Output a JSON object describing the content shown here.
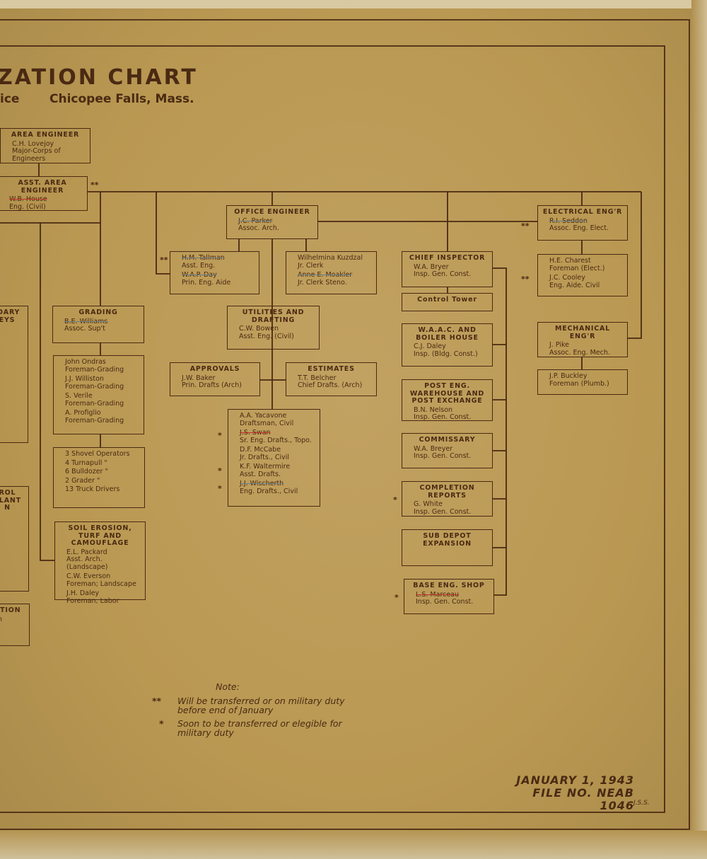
{
  "header": {
    "title": "ZATION CHART",
    "subtitle_left": "ice",
    "subtitle_location": "Chicopee Falls, Mass."
  },
  "boxes": {
    "area_engineer": {
      "heading": "AREA ENGINEER",
      "people": [
        {
          "name": "C.H. Lovejoy",
          "title": "Major-Corps of Engineers"
        }
      ]
    },
    "asst_area_engineer": {
      "heading": "ASST. AREA ENGINEER",
      "mark": "**",
      "people": [
        {
          "name": "W.B. House",
          "title": "Eng. (Civil)",
          "struck": "red"
        }
      ]
    },
    "boundary_surveys": {
      "heading": "IDARY EYS",
      "people": [
        {
          "name": ")",
          "title": ""
        }
      ]
    },
    "control_plant": {
      "heading": "ROL PLANT N",
      "people": []
    },
    "station": {
      "heading": "ATION",
      "people": [
        {
          "name": "",
          "title": "n"
        }
      ]
    },
    "grading": {
      "heading": "GRADING",
      "people": [
        {
          "name": "B.E. Williams",
          "title": "Assoc. Sup't",
          "struck": "grey"
        }
      ]
    },
    "grading_foremen": {
      "people": [
        {
          "name": "John Ondras",
          "title": "Foreman-Grading"
        },
        {
          "name": "J.J. Williston",
          "title": "Foreman-Grading"
        },
        {
          "name": "S. Verile",
          "title": "Foreman-Grading"
        },
        {
          "name": "A. Profiglio",
          "title": "Foreman-Grading"
        }
      ]
    },
    "equipment": {
      "lines": [
        "3 Shovel Operators",
        "4 Turnapull  \"",
        "6 Bulldozer  \"",
        "2 Grader  \"",
        "13 Truck Drivers"
      ]
    },
    "soil_erosion": {
      "heading": "SOIL EROSION, TURF AND CAMOUFLAGE",
      "people": [
        {
          "name": "E.L. Packard",
          "title": "Asst. Arch. (Landscape)"
        },
        {
          "name": "C.W. Everson",
          "title": "Foreman; Landscape"
        },
        {
          "name": "J.H. Daley",
          "title": "Foreman, Labor"
        }
      ]
    },
    "office_engineer": {
      "heading": "OFFICE ENGINEER",
      "people": [
        {
          "name": "J.C. Parker",
          "title": "Assoc. Arch.",
          "struck": "grey"
        }
      ]
    },
    "tallman_day": {
      "mark": "**",
      "people": [
        {
          "name": "H.M. Tallman",
          "title": "Asst. Eng.",
          "struck": "grey"
        },
        {
          "name": "W.A.P. Day",
          "title": "Prin. Eng. Aide",
          "struck": "grey"
        }
      ]
    },
    "clerks": {
      "people": [
        {
          "name": "Wilhelmina Kuzdzal",
          "title": "Jr. Clerk"
        },
        {
          "name": "Anne E. Moakler",
          "title": "Jr. Clerk Steno.",
          "struck": "grey"
        }
      ]
    },
    "utilities_drafting": {
      "heading": "UTILITIES AND DRAFTING",
      "people": [
        {
          "name": "C.W. Bowen",
          "title": "Asst. Eng. (Civil)"
        }
      ]
    },
    "approvals": {
      "heading": "APPROVALS",
      "people": [
        {
          "name": "J.W. Baker",
          "title": "Prin. Drafts (Arch)"
        }
      ]
    },
    "estimates": {
      "heading": "ESTIMATES",
      "people": [
        {
          "name": "T.T. Belcher",
          "title": "Chief Drafts. (Arch)"
        }
      ]
    },
    "draftsmen": {
      "people": [
        {
          "name": "A.A. Yacavone",
          "title": "Draftsman, Civil"
        },
        {
          "name": "J.S. Swan",
          "title": "Sr. Eng. Drafts., Topo.",
          "struck": "red",
          "mark": "*"
        },
        {
          "name": "D.F. McCabe",
          "title": "Jr. Drafts., Civil"
        },
        {
          "name": "K.F. Waltermire",
          "title": "Asst. Drafts.",
          "mark": "*"
        },
        {
          "name": "J.J. Wischerth",
          "title": "Eng. Drafts., Civil",
          "struck": "grey",
          "mark": "*"
        }
      ]
    },
    "chief_inspector": {
      "heading": "CHIEF INSPECTOR",
      "people": [
        {
          "name": "W.A. Bryer",
          "title": "Insp. Gen. Const."
        }
      ]
    },
    "control_tower": {
      "heading": "Control Tower",
      "people": []
    },
    "waac_boiler": {
      "heading": "W.A.A.C. AND BOILER HOUSE",
      "people": [
        {
          "name": "C.J. Daley",
          "title": "Insp. (Bldg. Const.)"
        }
      ]
    },
    "post_warehouse": {
      "heading": "POST ENG. WAREHOUSE AND POST EXCHANGE",
      "people": [
        {
          "name": "B.N. Nelson",
          "title": "Insp. Gen. Const."
        }
      ]
    },
    "commissary": {
      "heading": "COMMISSARY",
      "people": [
        {
          "name": "W.A. Breyer",
          "title": "Insp. Gen. Const."
        }
      ]
    },
    "completion_reports": {
      "heading": "COMPLETION REPORTS",
      "mark": "*",
      "people": [
        {
          "name": "G. White",
          "title": "Insp. Gen. Const."
        }
      ]
    },
    "sub_depot": {
      "heading": "SUB DEPOT EXPANSION",
      "people": []
    },
    "base_eng_shop": {
      "heading": "BASE ENG. SHOP",
      "mark": "*",
      "people": [
        {
          "name": "L.S. Marceau",
          "title": "Insp. Gen. Const.",
          "struck": "red"
        }
      ]
    },
    "electrical_engr": {
      "heading": "ELECTRICAL ENG'R",
      "mark": "**",
      "people": [
        {
          "name": "R.I. Seddon",
          "title": "Assoc. Eng. Elect.",
          "struck": "grey"
        }
      ]
    },
    "electrical_staff": {
      "mark": "**",
      "people": [
        {
          "name": "H.E. Charest",
          "title": "Foreman (Elect.)"
        },
        {
          "name": "J.C. Cooley",
          "title": "Eng. Aide. Civil"
        }
      ]
    },
    "mechanical_engr": {
      "heading": "MECHANICAL ENG'R",
      "people": [
        {
          "name": "J. Pike",
          "title": "Assoc. Eng. Mech."
        }
      ]
    },
    "plumbing": {
      "people": [
        {
          "name": "J.P. Buckley",
          "title": "Foreman (Plumb.)"
        }
      ]
    }
  },
  "note": {
    "heading": "Note:",
    "items": [
      {
        "mark": "**",
        "text": "Will be transferred or on military duty before end of January"
      },
      {
        "mark": "*",
        "text": "Soon to be transferred or elegible for military duty"
      }
    ]
  },
  "footer": {
    "date": "JANUARY 1, 1943",
    "file_no": "FILE NO. NEAB 1046",
    "initials": "J.S.S."
  }
}
